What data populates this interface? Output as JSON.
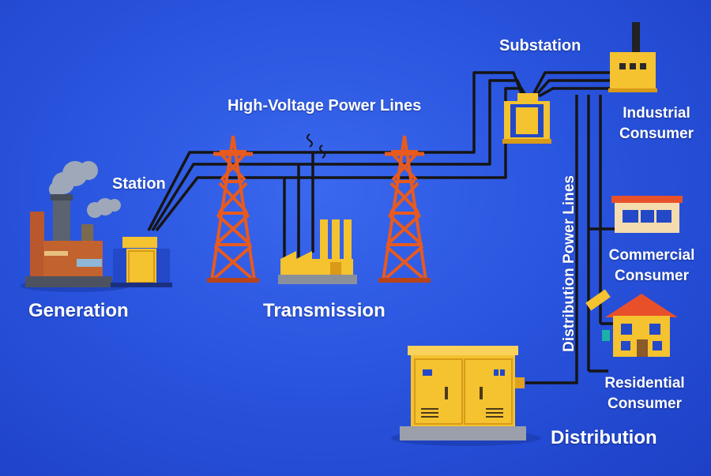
{
  "labels": {
    "station": "Station",
    "high_voltage_lines": "High-Voltage Power Lines",
    "substation": "Substation",
    "industrial_line1": "Industrial",
    "industrial_line2": "Consumer",
    "commercial_line1": "Commercial",
    "commercial_line2": "Consumer",
    "residential_line1": "Residential",
    "residential_line2": "Consumer",
    "distribution_lines": "Distribution Power Lines",
    "generation": "Generation",
    "transmission": "Transmission",
    "distribution": "Distribution"
  },
  "colors": {
    "background": "#2a55df",
    "tower": "#e85a1e",
    "equipment": "#f5c230",
    "transformer_blue": "#2348c8",
    "wire": "#151515",
    "factory_brick": "#b9572d"
  }
}
